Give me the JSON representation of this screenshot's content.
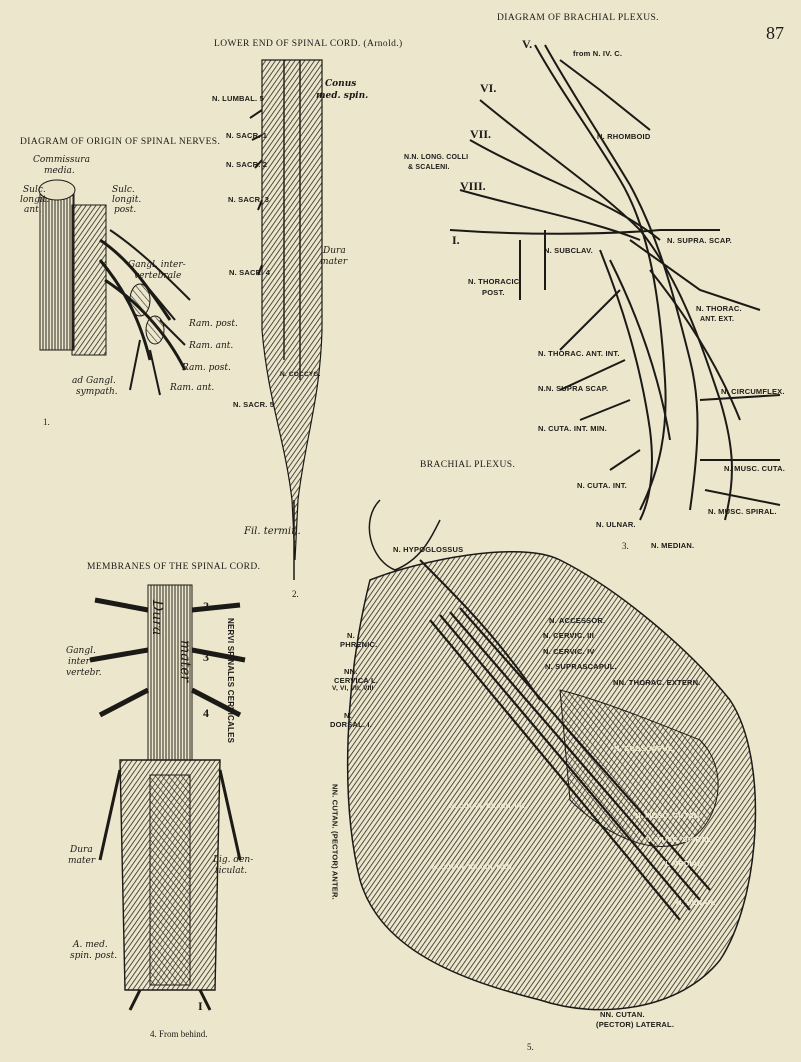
{
  "page_number": "87",
  "captions": {
    "plexus_diagram": "DIAGRAM OF BRACHIAL PLEXUS.",
    "spinal_cord_end": "LOWER END OF SPINAL CORD. (Arnold.)",
    "origin_nerves": "DIAGRAM OF ORIGIN OF SPINAL NERVES.",
    "brachial_plexus": "BRACHIAL PLEXUS.",
    "membranes": "MEMBRANES OF THE SPINAL CORD.",
    "fig4_note": "4. From behind."
  },
  "figure_numbers": {
    "fig1": "1.",
    "fig2": "2.",
    "fig3": "3.",
    "fig4": "4.",
    "fig5": "5."
  },
  "fig1_labels": {
    "commissura": "Commissura",
    "media": "media.",
    "sulc_ant_1": "Sulc.",
    "sulc_ant_2": "longit.",
    "sulc_ant_3": "ant.",
    "sulc_post_1": "Sulc.",
    "sulc_post_2": "longit.",
    "sulc_post_3": "post.",
    "gangl_1": "Gangl. inter-",
    "gangl_2": "vertebrale",
    "ram_post_1": "Ram. post.",
    "ram_ant_1": "Ram. ant.",
    "ram_post_2": "Ram. post.",
    "ram_ant_2": "Ram. ant.",
    "ad_gangl_1": "ad Gangl.",
    "ad_gangl_2": "sympath."
  },
  "fig2_labels": {
    "n_lumbal": "N. LUMBAL. 5",
    "n_sacr_1": "N. SACR. 1",
    "n_sacr_2": "N. SACR. 2",
    "n_sacr_3": "N. SACR. 3",
    "n_sacr_4": "N. SACR. 4",
    "n_sacr_5": "N. SACR. 5",
    "conus_1": "Conus",
    "conus_2": "med. spin.",
    "dura_1": "Dura",
    "dura_2": "mater",
    "n_coccyg": "N. COCCYG.",
    "fil_termin": "Fil. termin."
  },
  "fig3_labels": {
    "v": "V.",
    "from_n_iv_c": "from N. IV. C.",
    "vi": "VI.",
    "vii": "VII.",
    "viii": "VIII.",
    "i": "I.",
    "n_rhomboid": "N. RHOMBOID",
    "n_long_colli_1": "N.N. LONG. COLLI",
    "n_long_colli_2": "& SCALENI.",
    "n_subclav": "N. SUBCLAV.",
    "n_supra_scap": "N. SUPRA. SCAP.",
    "n_thoracic_1": "N. THORACIC",
    "n_thoracic_2": "POST.",
    "n_thorac_ant_ext_1": "N. THORAC.",
    "n_thorac_ant_ext_2": "ANT. EXT.",
    "n_thorac_ant_int": "N. THORAC. ANT. INT.",
    "nn_supra_scap": "N.N. SUPRA SCAP.",
    "n_circumflex": "N. CIRCUMFLEX.",
    "n_cuta_int_min": "N. CUTA. INT. MIN.",
    "n_cuta_int": "N. CUTA. INT.",
    "n_musc_cuta": "N. MUSC. CUTA.",
    "n_musc_spiral": "N. MUSC. SPIRAL.",
    "n_ulnar": "N. ULNAR.",
    "n_median": "N. MEDIAN."
  },
  "fig4_labels": {
    "numbers": [
      "2",
      "3",
      "4"
    ],
    "nervi_spinales": "NERVI SPINALES CERVICALES",
    "gangl_1": "Gangl.",
    "gangl_2": "inter-",
    "gangl_3": "vertebr.",
    "dura_1": "Dura",
    "dura_2": "mater",
    "lig_1": "Lig. den-",
    "lig_2": "ticulat.",
    "amed_1": "A. med.",
    "amed_2": "spin. post.",
    "cord_label_1": "Dura",
    "cord_label_2": "mater",
    "bottom_roman": "I"
  },
  "fig5_labels": {
    "n_hypoglossus": "N. HYPOGLOSSUS",
    "n_phrenic_1": "N.",
    "n_phrenic_2": "PHRENIC.",
    "nn_cervical_1": "NN.",
    "nn_cervical_2": "CERVICA L.",
    "nn_cervical_3": "V, VI, VII, VIII",
    "n_dorsal_1": "N.",
    "n_dorsal_2": "DORSAL. I.",
    "n_accessor": "N. ACCESSOR.",
    "n_cervic_iii": "N. CERVIC. III",
    "n_cervic_iv": "N. CERVIC. IV",
    "n_suprascapul": "N. SUPRASCAPUL.",
    "nn_thorac_extern": "NN. THORAC. EXTERN.",
    "nn_cutan_pector_anter": "NN. CUTAN. (PECTOR) ANTER.",
    "nn_cutan_pector_lateral_1": "NN. CUTAN.",
    "nn_cutan_pector_lateral_2": "(PECTOR) LATERAL.",
    "n_subscapul": "N. SUBSCAPUL.",
    "n_musc_cutan": "N. MUSC. CUTAN.",
    "n_musc_spiral": "N. MUSC. SPIRAL.",
    "n_median": "N. MEDIAN.",
    "n_ulnar": "N. ULNAR.",
    "n_cutan_brach_int": "N. CUTAN. BRACH. INT.",
    "n_cutan_brach_med": "N. CUTAN. BRACH. MED."
  }
}
